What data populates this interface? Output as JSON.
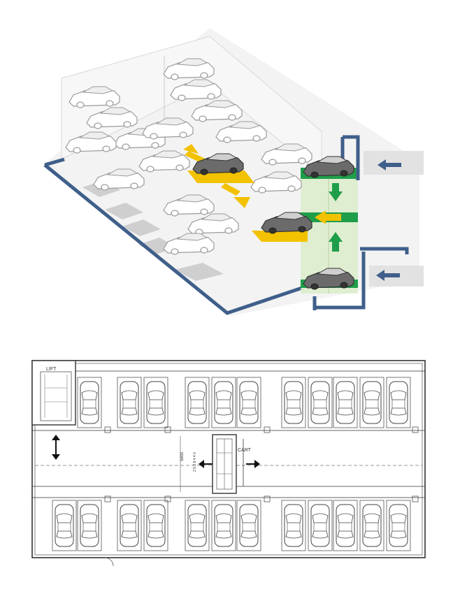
{
  "colors": {
    "frame_blue": "#3f5f8a",
    "lift_green": "#1f9e4a",
    "lift_glass": "#cfe8bf",
    "arrow_yellow": "#f2c200",
    "arrow_green": "#1f9e4a",
    "floor_gray": "#dcdcdc",
    "car_dark": "#555555"
  },
  "icons": [
    "car-icon",
    "entry-arrow-icon",
    "up-arrow-icon",
    "down-arrow-icon",
    "left-arrow-icon"
  ],
  "floor_plan": {
    "lift_label": "LIFT",
    "cart_label": "CART",
    "dimension_label": "5800",
    "side_dimension_label": "2 8 2 8 4 4 0"
  }
}
